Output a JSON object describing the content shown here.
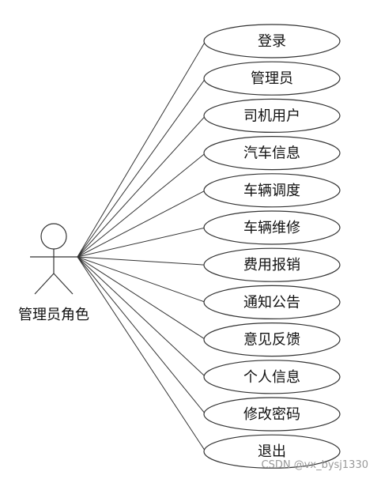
{
  "actor": {
    "label": "管理员角色"
  },
  "use_cases": [
    {
      "label": "登录"
    },
    {
      "label": "管理员"
    },
    {
      "label": "司机用户"
    },
    {
      "label": "汽车信息"
    },
    {
      "label": "车辆调度"
    },
    {
      "label": "车辆维修"
    },
    {
      "label": "费用报销"
    },
    {
      "label": "通知公告"
    },
    {
      "label": "意见反馈"
    },
    {
      "label": "个人信息"
    },
    {
      "label": "修改密码"
    },
    {
      "label": "退出"
    }
  ],
  "watermark": "CSDN @vx_bysj1330",
  "colors": {
    "line": "#333333",
    "ellipse_fill": "#ffffff",
    "ellipse_stroke": "#333333",
    "text": "#111111",
    "watermark": "#9a9a9a"
  }
}
